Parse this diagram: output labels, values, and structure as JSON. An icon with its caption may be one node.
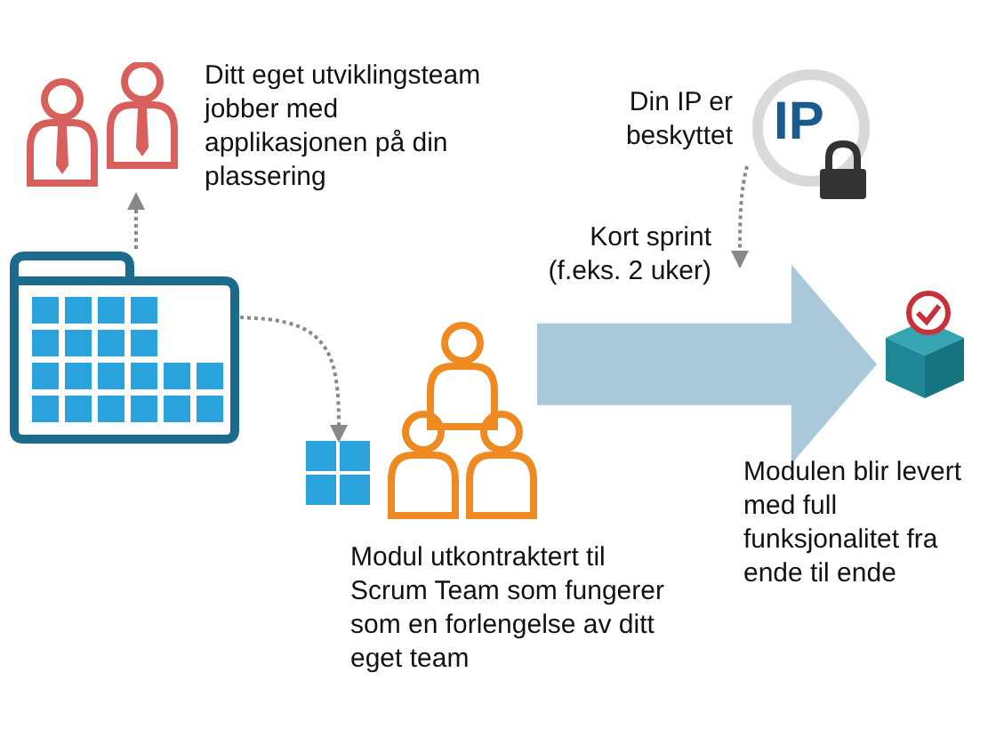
{
  "diagram": {
    "nodes": [
      {
        "text": [],
        "shape": "person",
        "beside": [
          "Ditt eget utviklingsteam jobber med applikasjonen på din plassering"
        ]
      },
      {
        "text": [],
        "shape": "picture"
      },
      {
        "text": [],
        "shape": "picture"
      },
      {
        "text": [],
        "shape": "person",
        "beside": [
          "Modul utkontraktert til Scrum Team som fungerer som en forlengelse av ditt eget team"
        ]
      },
      {
        "text": [
          "IP"
        ],
        "beside": [
          "Din IP er beskyttet"
        ]
      },
      {
        "text": [],
        "shape": "cube",
        "beside": [
          "Modulen blir levert med full funksjonalitet fra ende til ende"
        ]
      }
    ],
    "edges": [
      {
        "from": 1,
        "to": 0,
        "arrow": "to",
        "style": "dashed"
      },
      {
        "from": 1,
        "to": 2,
        "arrow": "to",
        "style": "dashed"
      },
      {
        "from": 3,
        "to": 5,
        "arrow": "to",
        "style": "thick",
        "label": "Kort sprint (f.eks. 2 uker)",
        "color": "#a9c9da"
      },
      {
        "from": 4,
        "to": null,
        "arrow": "to",
        "style": "dashed"
      }
    ]
  }
}
